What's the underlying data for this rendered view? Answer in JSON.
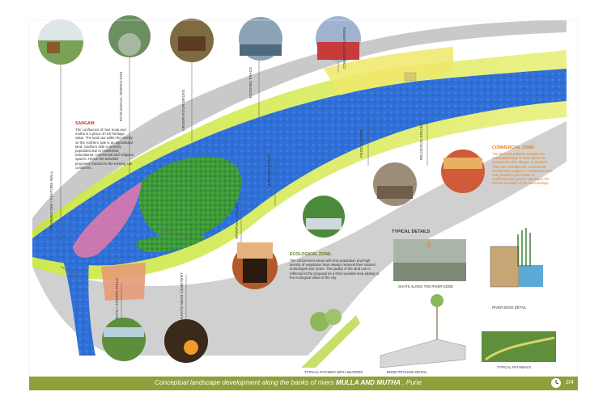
{
  "labels": {
    "stormwater": "STORMWATER / FEATURE WALL",
    "ecological_works": "ECOLOGICAL WORKS-KOS",
    "observation_decks": "OBSERVATION DECKS",
    "jogging_track_top": "JOGGING TRACK",
    "community_garden": "COMMUNITY GARDEN",
    "food_courts": "FOOD COURTS",
    "religious_spaces": "RELIGIOUS SPACES",
    "jogging_track_mid": "JOGGING TRACK",
    "ghats_cemetery": "GHATS NEAR CEMETERY",
    "spiritual_spaces": "SPIRITUAL SPACES",
    "low_left": "BATH / SPORTS FIELD"
  },
  "sangam": {
    "title": "SANGAM:",
    "text": "The confluence of river mula and mutha is a place of rich heritage value. The land use within the vicinity on the northern side is an agricultural land, southern side is densely populated due to residential, educational, commercial and religious spaces. Hence the activities proposed respond to the existing site conditions."
  },
  "commercial": {
    "title": "COMMERCIAL ZONE:",
    "text": "The land use patterns towards the Yerawada bridge is more dense as compared to the villages of patgaon. This zone includes the commercial, institutional, religious, residential zones and proposes generation of multifunctional spaces catering to the diverse activities of the surroundings."
  },
  "ecological": {
    "title": "ECOLOGICAL ZONE:",
    "text": "The cantonment areas with less population and high density of vegetation have always retained their natures unchanged over years. The quality of the land use is reflected in the proposal as a thick wooded area adding to the ecological value of the city."
  },
  "typical_details": "TYPICAL DETAILS",
  "captions": {
    "ghats": "GHATS ALONG THE RIVER EDGE",
    "river_edge": "RIVER EDGE DETAIL",
    "pathway_seaters": "TYPICAL PATHWAY WITH SEATERS",
    "edge_pitching": "EDGE PITCHING DETAIL",
    "pathways": "TYPICAL PATHWAYS"
  },
  "footer": {
    "text_before": "Conceptual landscape development along the banks of rivers",
    "rivers": "MULLA AND MUTHA",
    "text_after": ", Pune",
    "page": "2/4"
  },
  "colors": {
    "footer": "#8da13b",
    "sangam_title": "#c0392b",
    "commercial_title": "#e67e22",
    "ecological_title": "#5a7d1a",
    "water": "#2f6fd6",
    "bank": "#9bd53a"
  }
}
